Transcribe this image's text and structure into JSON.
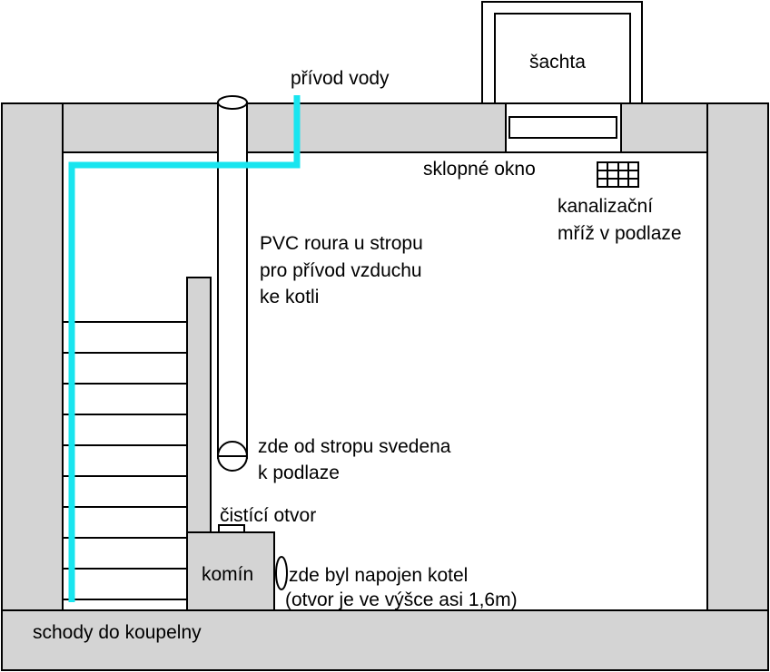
{
  "labels": {
    "water_inlet": "přívod vody",
    "shaft": "šachta",
    "tilt_window": "sklopné okno",
    "drain_grate_line1": "kanalizační",
    "drain_grate_line2": "mříž v podlaze",
    "pvc_pipe_line1": "PVC roura u stropu",
    "pvc_pipe_line2": "pro přívod vzduchu",
    "pvc_pipe_line3": "ke kotli",
    "pipe_down_line1": "zde od stropu svedena",
    "pipe_down_line2": "k podlaze",
    "cleaning_opening": "čistící otvor",
    "chimney": "komín",
    "boiler_connection_line1": "zde byl napojen kotel",
    "boiler_connection_line2": "(otvor je ve výšce asi 1,6m)",
    "stairs": "schody do koupelny"
  },
  "colors": {
    "wall": "#d4d4d4",
    "water_pipe": "#19e5ef",
    "outline": "#000000",
    "background": "#ffffff"
  },
  "stairs": {
    "step_count": 9
  }
}
